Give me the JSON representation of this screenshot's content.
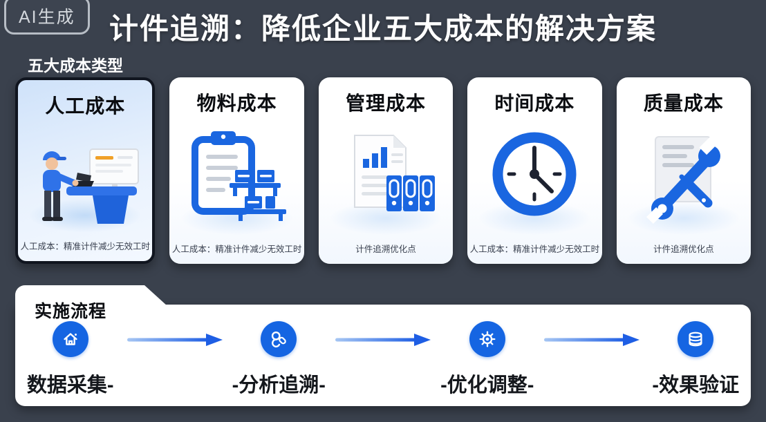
{
  "badge": {
    "label": "AI生成"
  },
  "header": {
    "title": "计件追溯：降低企业五大成本的解决方案",
    "section_label": "五大成本类型"
  },
  "cards": [
    {
      "title": "人工成本",
      "caption": "人工成本：精准计件减少无效工时",
      "icon": "worker-terminal-illustration",
      "highlighted": true
    },
    {
      "title": "物料成本",
      "caption": "人工成本：精准计件减少无效工时",
      "icon": "clipboard-racks-illustration",
      "highlighted": false
    },
    {
      "title": "管理成本",
      "caption": "计件追溯优化点",
      "icon": "report-binders-illustration",
      "highlighted": false
    },
    {
      "title": "时间成本",
      "caption": "人工成本：精准计件减少无效工时",
      "icon": "clock-illustration",
      "highlighted": false
    },
    {
      "title": "质量成本",
      "caption": "计件追溯优化点",
      "icon": "document-tools-illustration",
      "highlighted": false
    }
  ],
  "process": {
    "label": "实施流程",
    "steps": [
      {
        "label": "数据采集-",
        "icon": "home-icon"
      },
      {
        "label": "-分析追溯-",
        "icon": "trace-analysis-icon"
      },
      {
        "label": "-优化调整-",
        "icon": "gear-icon"
      },
      {
        "label": "-效果验证",
        "icon": "database-icon"
      }
    ]
  },
  "colors": {
    "background": "#3a414d",
    "accent_blue": "#1565e2",
    "card_background": "#ffffff",
    "highlight_card_top": "#cfe2fa",
    "highlight_card_border": "#10151f",
    "arrow_gradient_start": "#a6c6f3",
    "arrow_gradient_end": "#1e5ee4",
    "title_color": "#ffffff",
    "caption_color": "#39404e",
    "monitor_accent_orange": "#f0a028"
  }
}
